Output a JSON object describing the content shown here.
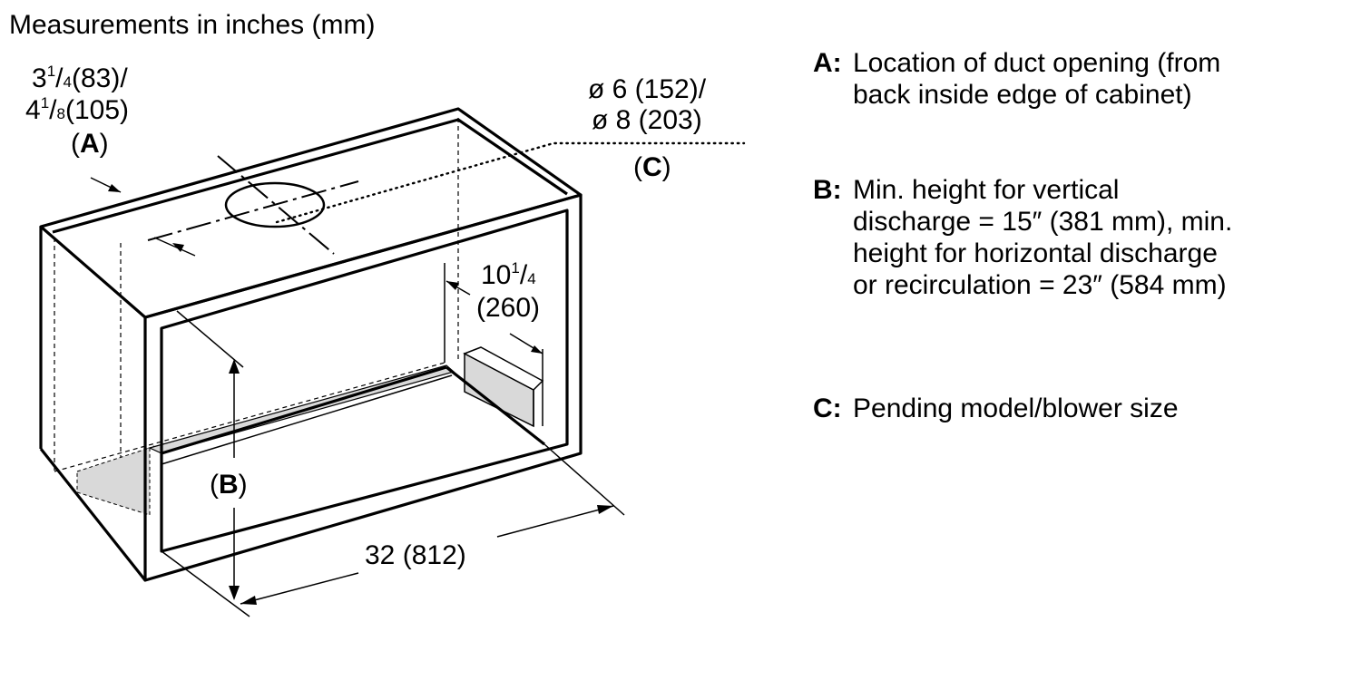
{
  "header": {
    "title": "Measurements in inches (mm)"
  },
  "dimensions": {
    "a_line1_main": "3",
    "a_line1_sup": "1",
    "a_line1_sub": "4",
    "a_line1_rest": "(83)/",
    "a_line2_main": "4",
    "a_line2_sup": "1",
    "a_line2_sub": "8",
    "a_line2_rest": "(105)",
    "a_label": "A",
    "c_line1": "ø 6 (152)/",
    "c_line2": "ø 8 (203)",
    "c_label": "C",
    "depth_main": "10",
    "depth_sup": "1",
    "depth_sub": "4",
    "depth_mm": "(260)",
    "b_label": "B",
    "width": "32 (812)"
  },
  "legend": [
    {
      "key": "A:",
      "text": [
        "Location of duct opening (from",
        "back inside edge of cabinet)"
      ]
    },
    {
      "key": "B:",
      "text": [
        "Min. height for vertical",
        "discharge = 15″ (381 mm), min.",
        "height for horizontal discharge",
        "or recirculation = 23″ (584 mm)"
      ]
    },
    {
      "key": "C:",
      "text": [
        "Pending model/blower size"
      ]
    }
  ],
  "colors": {
    "line": "#000000",
    "shade": "#d9d9d9",
    "background": "#ffffff"
  }
}
